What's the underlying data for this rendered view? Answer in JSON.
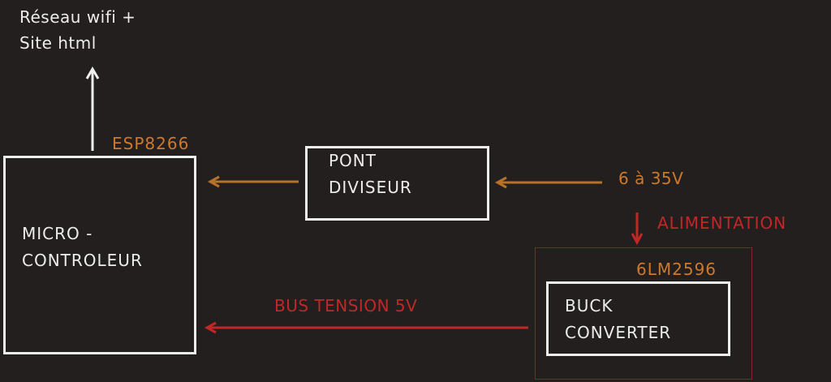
{
  "output": {
    "line1": "Réseau wifi +",
    "line2": "Site html"
  },
  "mcu": {
    "chip": "ESP8266",
    "line1": "MICRO -",
    "line2": "CONTROLEUR"
  },
  "divider": {
    "line1": "PONT",
    "line2": "DIVISEUR"
  },
  "input_voltage": "6 à 35V",
  "power": "ALIMENTATION",
  "buck": {
    "chip": "6LM2596",
    "line1": "BUCK",
    "line2": "CONVERTER"
  },
  "bus": "BUS TENSION 5V",
  "colors": {
    "background": "#231f1f",
    "white": "#ececec",
    "orange": "#d0782a",
    "red": "#c22727"
  }
}
